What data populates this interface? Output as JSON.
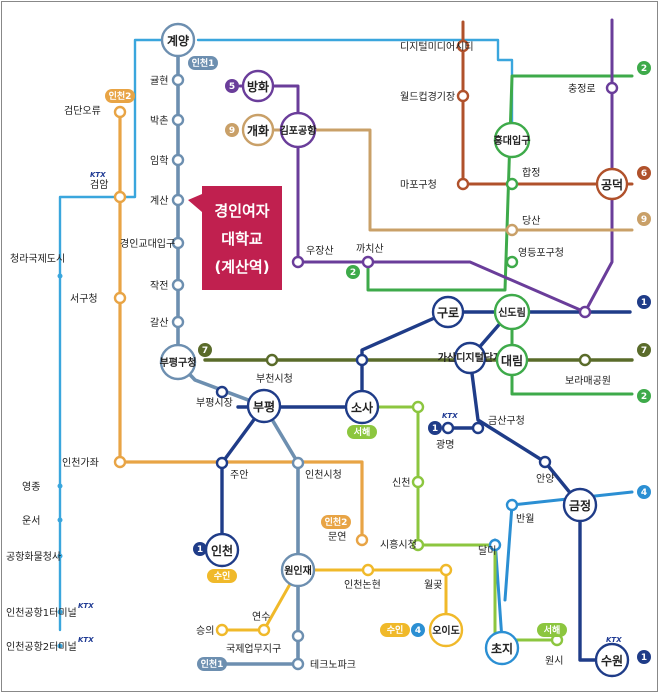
{
  "colors": {
    "line1": "#1f3c88",
    "line2": "#3eaa4a",
    "line4": "#2b8fd3",
    "line5": "#6a3d9a",
    "line6": "#b0512b",
    "line7": "#5a6b2a",
    "line9": "#c9a068",
    "incheon1": "#6d8fb0",
    "incheon2": "#e8a445",
    "airport": "#3aa6dd",
    "suin": "#f0b92a",
    "seohae": "#8cc63f",
    "gimpo": "#7d4fa0",
    "highlight": "#c0204f"
  },
  "line_badges": [
    {
      "text": "2"
    },
    {
      "text": "6"
    },
    {
      "text": "9"
    },
    {
      "text": "1"
    },
    {
      "text": "7"
    },
    {
      "text": "7"
    },
    {
      "text": "2"
    },
    {
      "text": "4"
    },
    {
      "text": "1"
    },
    {
      "text": "5"
    },
    {
      "text": "9"
    },
    {
      "text": "1"
    },
    {
      "text": "1"
    },
    {
      "text": "4"
    },
    {
      "text": "2"
    }
  ],
  "pill_labels": [
    "인천1",
    "인천2",
    "서해",
    "수인",
    "인천2",
    "수인",
    "서해",
    "인천1"
  ],
  "big_stations": [
    "계양",
    "방화",
    "개화",
    "김포공항",
    "홍대입구",
    "공덕",
    "구로",
    "신도림",
    "가산디지털단지",
    "대림",
    "부평구청",
    "부평",
    "소사",
    "금정",
    "인천",
    "원인재",
    "오이도",
    "초지",
    "수원"
  ],
  "stations": [
    "디지털미디어시티",
    "월드컵경기장",
    "마포구청",
    "합정",
    "당산",
    "영등포구청",
    "충정로",
    "검단오류",
    "검암",
    "청라국제도시",
    "서구청",
    "인천가좌",
    "영종",
    "운서",
    "공항화물청사",
    "인천공항1터미널",
    "인천공항2터미널",
    "귤현",
    "박촌",
    "임학",
    "계산",
    "경인교대입구",
    "작전",
    "갈산",
    "우장산",
    "까치산",
    "부천시청",
    "부평시장",
    "보라매공원",
    "광명",
    "금산구청",
    "안양",
    "주안",
    "인천시청",
    "신천",
    "시흥시청",
    "달미",
    "반월",
    "문연",
    "승의",
    "연수",
    "인천논현",
    "월곶",
    "국제업무지구",
    "테크노파크",
    "원시"
  ],
  "ktx_mark": "KTX",
  "callout": {
    "text": "경인여자대학교(계산역)"
  }
}
